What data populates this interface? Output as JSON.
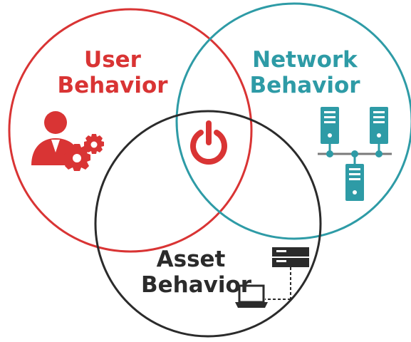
{
  "diagram": {
    "circles": {
      "user": {
        "line1": "User",
        "line2": "Behavior",
        "color": "#d93434"
      },
      "network": {
        "line1": "Network",
        "line2": "Behavior",
        "color": "#2e9ba6"
      },
      "asset": {
        "line1": "Asset",
        "line2": "Behavior",
        "color": "#2b2b2b"
      }
    },
    "icons": {
      "user": "user-gears-icon",
      "center": "power-icon",
      "network": "server-network-icon",
      "asset": "laptop-server-icon"
    }
  }
}
